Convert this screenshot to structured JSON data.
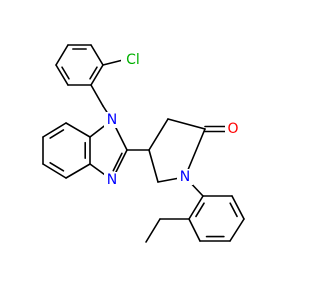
{
  "colors": {
    "bond": "#000000",
    "nitrogen": "#0000ff",
    "oxygen": "#ff0000",
    "chlorine": "#00b000",
    "background": "#ffffff"
  },
  "atoms": {
    "n1": {
      "label": "N",
      "color": "nitrogen"
    },
    "n3": {
      "label": "N",
      "color": "nitrogen"
    },
    "n_lactam": {
      "label": "N",
      "color": "nitrogen"
    },
    "o_carbonyl": {
      "label": "O",
      "color": "oxygen"
    },
    "cl": {
      "label": "Cl",
      "color": "chlorine"
    }
  }
}
